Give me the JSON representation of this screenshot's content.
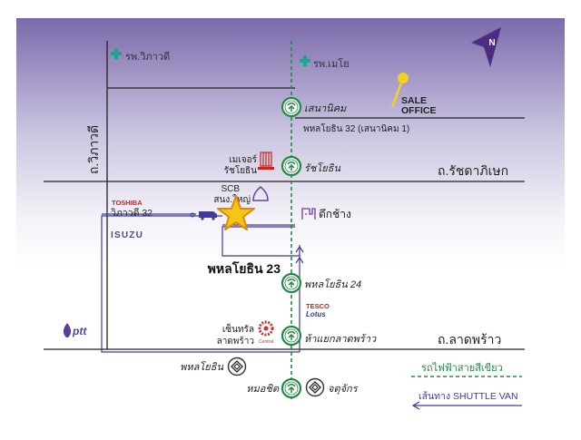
{
  "roads": {
    "vibhavadi": "ถ.วิภาวดี",
    "ratchadaphisek": "ถ.รัชดาภิเษก",
    "ladprao": "ถ.ลาดพร้าว"
  },
  "places": {
    "hospital_vibhavadi": "รพ.วิภาวดี",
    "hospital_mayo": "รพ.เมโย",
    "phahon32": "พหลโยธิน 32 (เสนานิคม 1)",
    "major_line1": "เมเจอร์",
    "major_line2": "รัชโยธิน",
    "scb_line1": "SCB",
    "scb_line2": "สนง.ใหญ่",
    "toshiba": "TOSHIBA",
    "vibhavadi32": "วิภาวดี 32",
    "isuzu": "ISUZU",
    "tuek_chang": "ตึกช้าง",
    "phahon23": "พหลโยธิน 23",
    "tesco_line1": "TESCO",
    "tesco_line2": "Lotus",
    "central_line1": "เซ็นทรัล",
    "central_line2": "ลาดพร้าว",
    "ptt": "ptt"
  },
  "stations": {
    "senanikhom": "เสนานิคม",
    "ratchayothin": "รัชโยธิน",
    "phahon24": "พหลโยธิน 24",
    "ha_yaek": "ห้าแยกลาดพร้าว",
    "mo_chit": "หมอชิต",
    "mrt_phahon": "พหลโยธิน",
    "mrt_chatuchak": "จตุจักร"
  },
  "sale_office": {
    "line1": "SALE",
    "line2": "OFFICE"
  },
  "legend": {
    "bts_green": "รถไฟฟ้าสายสีเขียว",
    "shuttle_van": "เส้นทาง SHUTTLE VAN"
  },
  "colors": {
    "bts": "#1f8a43",
    "shuttle": "#3e3aa0",
    "road": "#222222",
    "hospital": "#1aa58c",
    "sale_pin": "#f2d21a",
    "star": "#f5c518",
    "compass": "#4a2d80"
  },
  "icons": {
    "compass": "compass-north-icon",
    "pin": "map-pin-icon",
    "star": "star-icon",
    "bts": "bts-station-icon",
    "mrt": "mrt-station-icon"
  }
}
